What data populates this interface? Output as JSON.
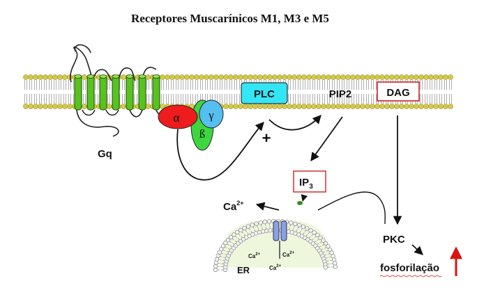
{
  "title": "Receptores Muscarínicos M1, M3 e M5",
  "labels": {
    "gq": "Gq",
    "alpha": "α",
    "gamma": "γ",
    "beta": "ß",
    "plc": "PLC",
    "pip2": "PIP2",
    "dag": "DAG",
    "plus": "+",
    "ip3_main": "IP",
    "ip3_sub": "3",
    "ca_main": "Ca",
    "ca_sup": "2+",
    "ca_small": "Ca",
    "ca_small_sup": "2+",
    "er": "ER",
    "pkc": "PKC",
    "fosforilacao": "fosforilação"
  },
  "colors": {
    "lipid_head": "#d4c94c",
    "lipid_tail": "#9a9a9a",
    "receptor": "#58c21e",
    "alpha": "#ee1c1c",
    "beta": "#3ed63e",
    "gamma": "#55bff0",
    "plc": "#33e6f5",
    "box_border": "#cc2222",
    "er_fill": "#eef7dc",
    "channel": "#8aa0e6",
    "up_arrow": "#dd1111"
  }
}
